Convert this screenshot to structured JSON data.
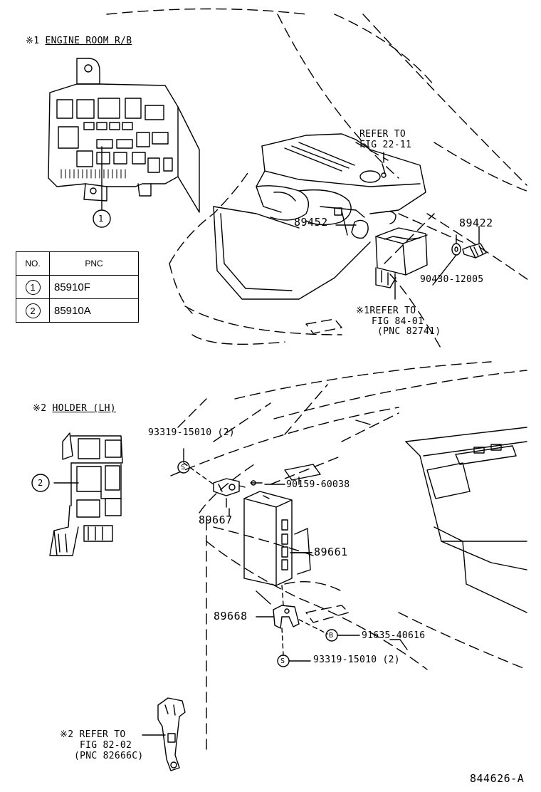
{
  "callouts": {
    "engine_room_rb": {
      "mark": "※1",
      "title": "ENGINE ROOM R/B"
    },
    "holder_lh": {
      "mark": "※2",
      "title": "HOLDER (LH)"
    }
  },
  "pnc_table": {
    "headers": [
      "NO.",
      "PNC"
    ],
    "rows": [
      {
        "no": "1",
        "pnc": "85910F"
      },
      {
        "no": "2",
        "pnc": "85910A"
      }
    ]
  },
  "balloons": {
    "one": "1",
    "two": "2"
  },
  "refer_fig_22": [
    "REFER TO",
    "FIG 22-11"
  ],
  "refer_fig_84": [
    "※1REFER TO",
    "FIG 84-01",
    "(PNC 82741)"
  ],
  "refer_fig_82": [
    "※2 REFER TO",
    "FIG 82-02",
    "(PNC 82666C)"
  ],
  "parts": {
    "p89452": "89452",
    "p89422": "89422",
    "p90430": "90430-12005",
    "p93319_top": "93319-15010 (2)",
    "p90159": "90159-60038",
    "p89667": "89667",
    "p89661": "89661",
    "p89668": "89668",
    "p91635": "91635-40616",
    "p93319_bot": "93319-15010 (2)"
  },
  "symbols": {
    "s": "S",
    "b": "B"
  },
  "diagram_id": "844626-A"
}
